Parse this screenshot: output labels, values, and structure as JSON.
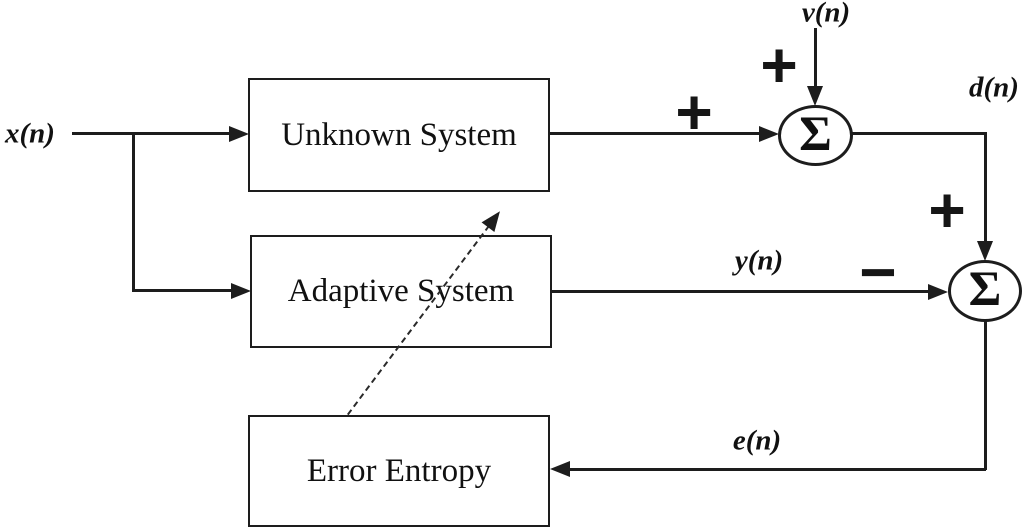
{
  "diagram": {
    "type": "block-diagram",
    "background": "#ffffff",
    "line_color": "#1d1d1d",
    "blocks": {
      "unknown": {
        "label": "Unknown System"
      },
      "adaptive": {
        "label": "Adaptive System"
      },
      "entropy": {
        "label": "Error Entropy"
      }
    },
    "summers": {
      "sigma": "Σ",
      "count": 2
    },
    "signals": {
      "input": "x(n)",
      "noise": "v(n)",
      "desired": "d(n)",
      "output": "y(n)",
      "error": "e(n)"
    },
    "signs": {
      "plus": "+",
      "minus": "−"
    },
    "connections": [
      "x(n) -> Unknown System",
      "x(n) -> Adaptive System",
      "Unknown System -(+)-> Sum1",
      "v(n) -(+)-> Sum1",
      "Sum1 -> d(n) -(+)-> Sum2",
      "Adaptive System -> y(n) -(−)-> Sum2",
      "Sum2 -> e(n) -> Error Entropy",
      "Error Entropy --dashed--> Adaptive System (update)"
    ]
  }
}
